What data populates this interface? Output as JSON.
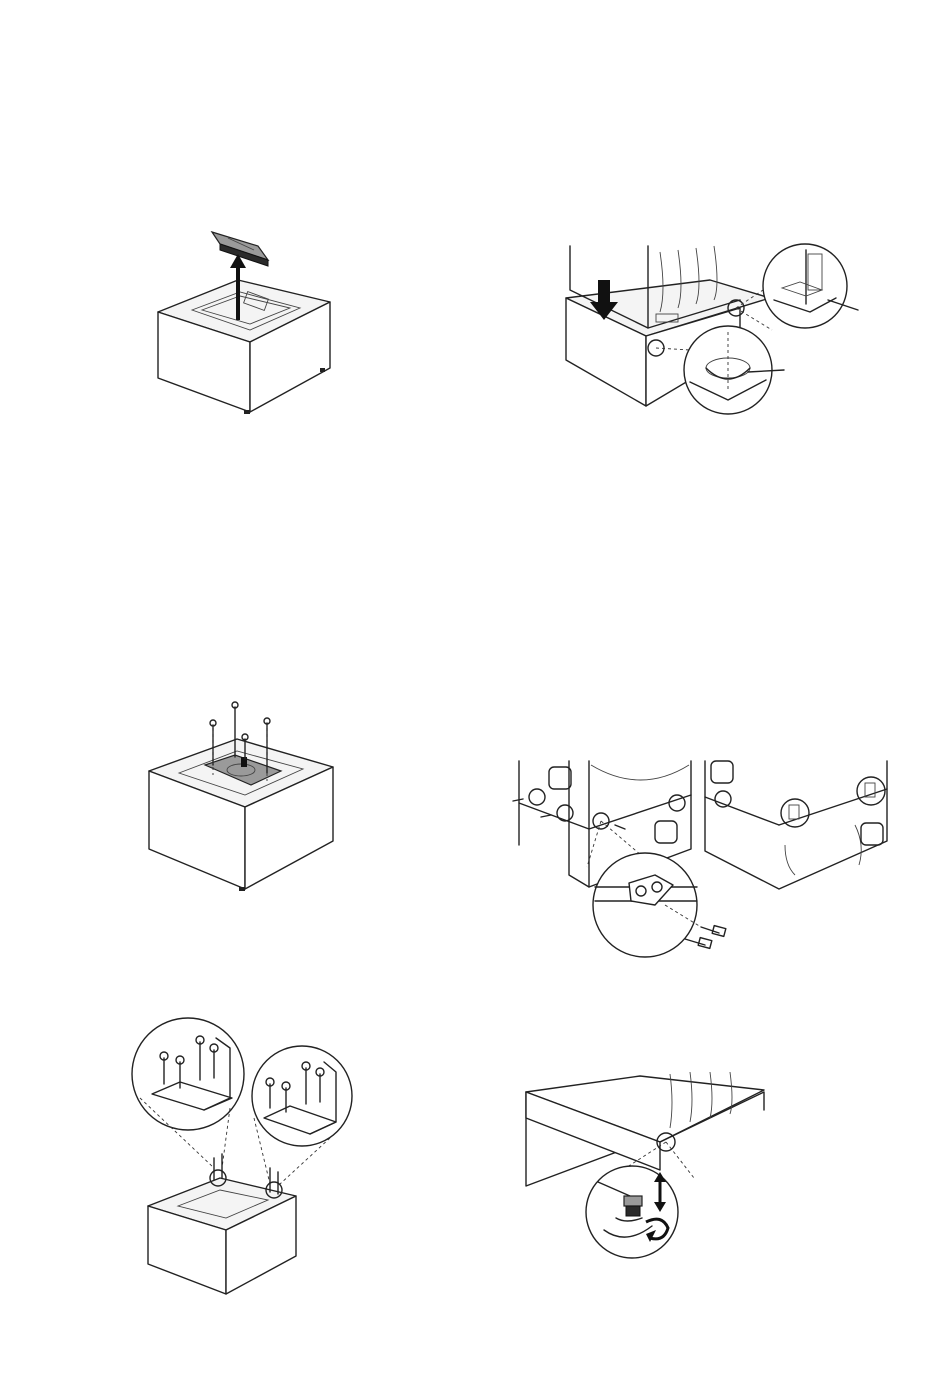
{
  "page": {
    "background": "#ffffff",
    "line_color": "#222222"
  },
  "figures": [
    {
      "name": "remove-top-cover-figure"
    },
    {
      "name": "stack-washer-on-pedestal-figure"
    },
    {
      "name": "screw-cover-plate-figure"
    },
    {
      "name": "front-rear-bracket-screws-figure"
    },
    {
      "name": "attach-brackets-figure"
    },
    {
      "name": "adjust-leveling-feet-figure"
    }
  ]
}
